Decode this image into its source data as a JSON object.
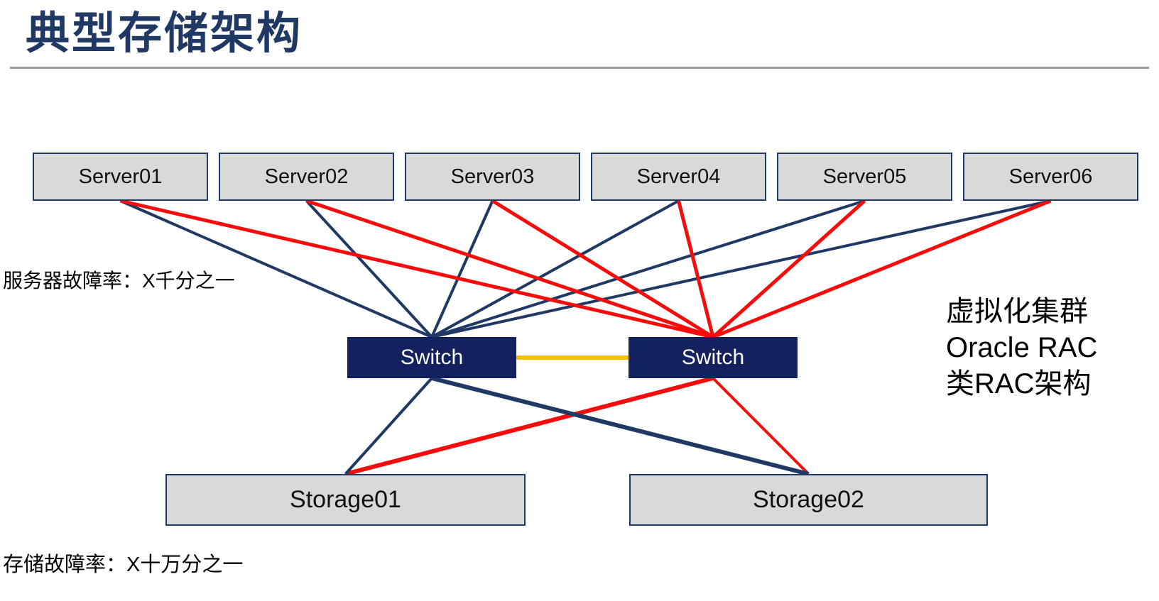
{
  "slide": {
    "title": "典型存储架构",
    "annotations": {
      "server_failure_rate": "服务器故障率：X千分之一",
      "storage_failure_rate": "存储故障率：X十万分之一",
      "right_note_lines": [
        "虚拟化集群",
        "Oracle RAC",
        "类RAC架构"
      ]
    }
  },
  "diagram": {
    "nodes": {
      "server01": {
        "label": "Server01",
        "type": "server"
      },
      "server02": {
        "label": "Server02",
        "type": "server"
      },
      "server03": {
        "label": "Server03",
        "type": "server"
      },
      "server04": {
        "label": "Server04",
        "type": "server"
      },
      "server05": {
        "label": "Server05",
        "type": "server"
      },
      "server06": {
        "label": "Server06",
        "type": "server"
      },
      "switch_left": {
        "label": "Switch",
        "type": "switch"
      },
      "switch_right": {
        "label": "Switch",
        "type": "switch"
      },
      "storage01": {
        "label": "Storage01",
        "type": "storage"
      },
      "storage02": {
        "label": "Storage02",
        "type": "storage"
      }
    },
    "colors": {
      "navy": "#1F3864",
      "red": "#F80B0B",
      "yellow": "#FFC000",
      "box_fill_gray": "#D9D9D9",
      "switch_fill": "#13215E",
      "title_navy": "#1F3864"
    },
    "edges": [
      {
        "id": "edge-server01-switch-left",
        "from": "server01",
        "fromAnchor": "bottom",
        "to": "switch_left",
        "toAnchor": "top",
        "color": "navy",
        "width": 4
      },
      {
        "id": "edge-server02-switch-left",
        "from": "server02",
        "fromAnchor": "bottom",
        "to": "switch_left",
        "toAnchor": "top",
        "color": "navy",
        "width": 4
      },
      {
        "id": "edge-server03-switch-left",
        "from": "server03",
        "fromAnchor": "bottom",
        "to": "switch_left",
        "toAnchor": "top",
        "color": "navy",
        "width": 4
      },
      {
        "id": "edge-server04-switch-left",
        "from": "server04",
        "fromAnchor": "bottom",
        "to": "switch_left",
        "toAnchor": "top",
        "color": "navy",
        "width": 4
      },
      {
        "id": "edge-server05-switch-left",
        "from": "server05",
        "fromAnchor": "bottom",
        "to": "switch_left",
        "toAnchor": "top",
        "color": "navy",
        "width": 4
      },
      {
        "id": "edge-server06-switch-left",
        "from": "server06",
        "fromAnchor": "bottom",
        "to": "switch_left",
        "toAnchor": "top",
        "color": "navy",
        "width": 4
      },
      {
        "id": "edge-server01-switch-right",
        "from": "server01",
        "fromAnchor": "bottom",
        "to": "switch_right",
        "toAnchor": "top",
        "color": "red",
        "width": 5
      },
      {
        "id": "edge-server02-switch-right",
        "from": "server02",
        "fromAnchor": "bottom",
        "to": "switch_right",
        "toAnchor": "top",
        "color": "red",
        "width": 5
      },
      {
        "id": "edge-server03-switch-right",
        "from": "server03",
        "fromAnchor": "bottom",
        "to": "switch_right",
        "toAnchor": "top",
        "color": "red",
        "width": 5
      },
      {
        "id": "edge-server04-switch-right",
        "from": "server04",
        "fromAnchor": "bottom",
        "to": "switch_right",
        "toAnchor": "top",
        "color": "red",
        "width": 5
      },
      {
        "id": "edge-server05-switch-right",
        "from": "server05",
        "fromAnchor": "bottom",
        "to": "switch_right",
        "toAnchor": "top",
        "color": "red",
        "width": 5
      },
      {
        "id": "edge-server06-switch-right",
        "from": "server06",
        "fromAnchor": "bottom",
        "to": "switch_right",
        "toAnchor": "top",
        "color": "red",
        "width": 5
      },
      {
        "id": "edge-switch-right-storage01",
        "from": "switch_right",
        "fromAnchor": "bottom",
        "to": "storage01",
        "toAnchor": "top",
        "color": "red",
        "width": 6
      },
      {
        "id": "edge-switch-right-storage02",
        "from": "switch_right",
        "fromAnchor": "bottom",
        "to": "storage02",
        "toAnchor": "top",
        "color": "red",
        "width": 4
      },
      {
        "id": "edge-switch-left-storage01",
        "from": "switch_left",
        "fromAnchor": "bottom",
        "to": "storage01",
        "toAnchor": "top",
        "color": "navy",
        "width": 4
      },
      {
        "id": "edge-switch-left-storage02",
        "from": "switch_left",
        "fromAnchor": "bottom",
        "to": "storage02",
        "toAnchor": "top",
        "color": "navy",
        "width": 6
      },
      {
        "id": "edge-switch-interconnect",
        "from": "switch_left",
        "fromAnchor": "right",
        "to": "switch_right",
        "toAnchor": "left",
        "color": "yellow",
        "width": 6
      }
    ]
  }
}
